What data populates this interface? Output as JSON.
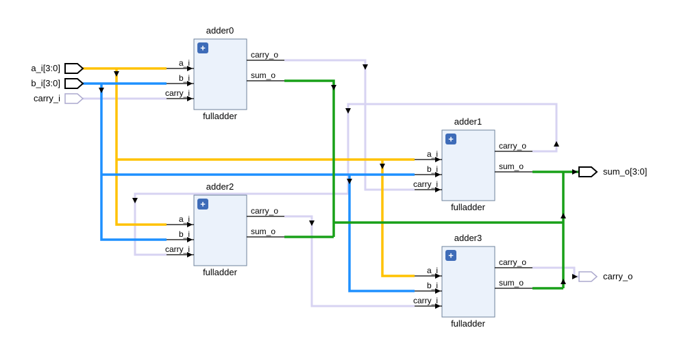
{
  "colors": {
    "net_a": "#FFC200",
    "net_b": "#1E90FF",
    "net_sum": "#18A018",
    "net_carry": "#D7D3F2",
    "cell_fill": "#EBF2FB",
    "cell_border": "#6E829B",
    "plus_bg": "#3E6CB8",
    "port_bus": "#000000",
    "port_scalar": "#ACA9CE"
  },
  "icons": {
    "plus": "+"
  },
  "ports": {
    "inputs": [
      {
        "label": "a_i[3:0]"
      },
      {
        "label": "b_i[3:0]"
      },
      {
        "label": "carry_i"
      }
    ],
    "outputs": [
      {
        "label": "sum_o[3:0]"
      },
      {
        "label": "carry_o"
      }
    ]
  },
  "cells": [
    {
      "name": "adder0",
      "type": "fulladder",
      "inputs": [
        "a_i",
        "b_i",
        "carry_i"
      ],
      "outputs": [
        "carry_o",
        "sum_o"
      ]
    },
    {
      "name": "adder1",
      "type": "fulladder",
      "inputs": [
        "a_i",
        "b_i",
        "carry_i"
      ],
      "outputs": [
        "carry_o",
        "sum_o"
      ]
    },
    {
      "name": "adder2",
      "type": "fulladder",
      "inputs": [
        "a_i",
        "b_i",
        "carry_i"
      ],
      "outputs": [
        "carry_o",
        "sum_o"
      ]
    },
    {
      "name": "adder3",
      "type": "fulladder",
      "inputs": [
        "a_i",
        "b_i",
        "carry_i"
      ],
      "outputs": [
        "carry_o",
        "sum_o"
      ]
    }
  ]
}
